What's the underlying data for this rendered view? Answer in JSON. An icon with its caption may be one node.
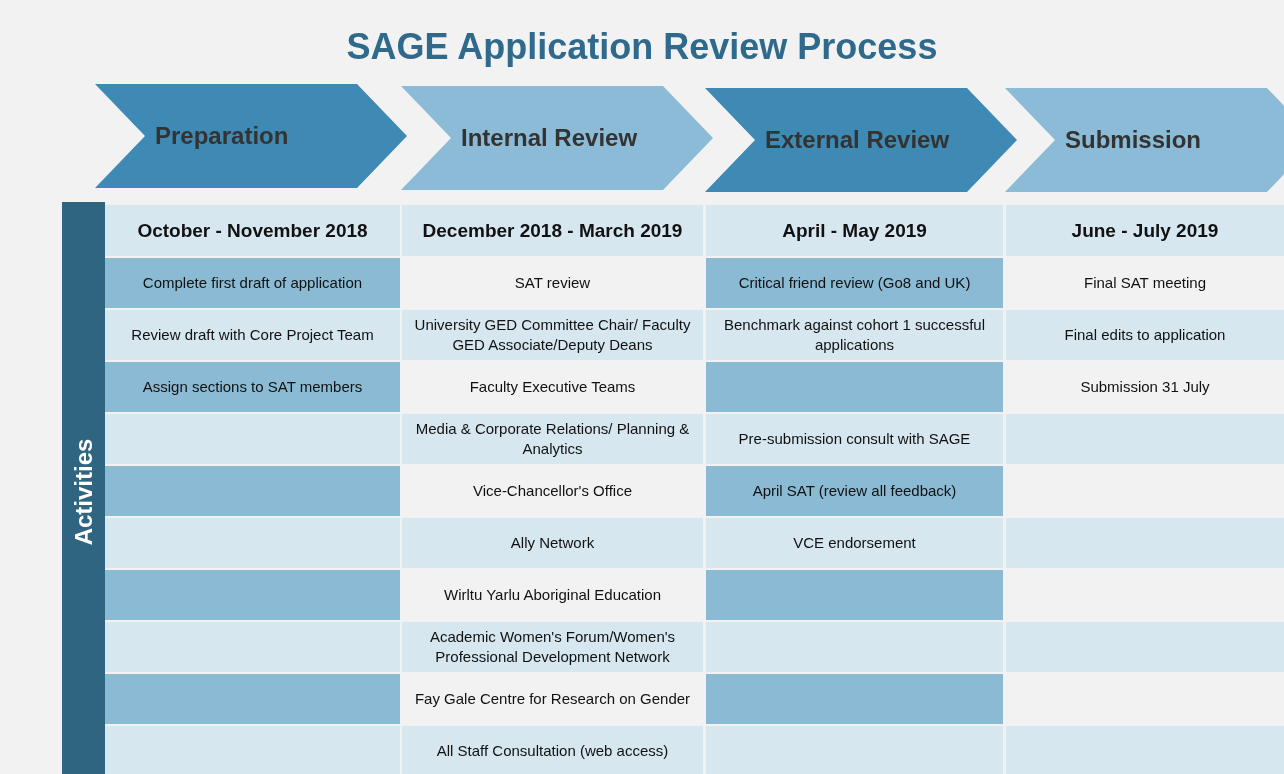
{
  "diagram": {
    "title": "SAGE Application Review Process",
    "nodes": [
      {
        "text": [
          "Preparation"
        ]
      },
      {
        "text": [
          "Internal Review"
        ]
      },
      {
        "text": [
          "External Review"
        ]
      },
      {
        "text": [
          "Submission"
        ]
      }
    ],
    "labels": [
      "Activities",
      "October - November 2018",
      "December 2018 - March 2019",
      "April - May 2019",
      "June - July 2019",
      "Complete first draft of application",
      "SAT review",
      "Critical friend review (Go8 and UK)",
      "Final SAT meeting",
      "Review draft with Core Project Team",
      "University GED Committee Chair/ Faculty GED Associate/Deputy Deans",
      "Benchmark against cohort 1 successful applications",
      "Final edits to application",
      "Assign sections to SAT members",
      "Faculty Executive Teams",
      "Submission 31 July",
      "Media & Corporate Relations/ Planning & Analytics",
      "Pre-submission consult with SAGE",
      "Vice-Chancellor's Office",
      "April SAT (review all feedback)",
      "Ally Network",
      "VCE endorsement",
      "Wirltu Yarlu Aboriginal Education",
      "Academic Women's Forum/Women's Professional Development Network",
      "Fay Gale Centre for Research on Gender",
      "All Staff Consultation (web access)"
    ]
  }
}
